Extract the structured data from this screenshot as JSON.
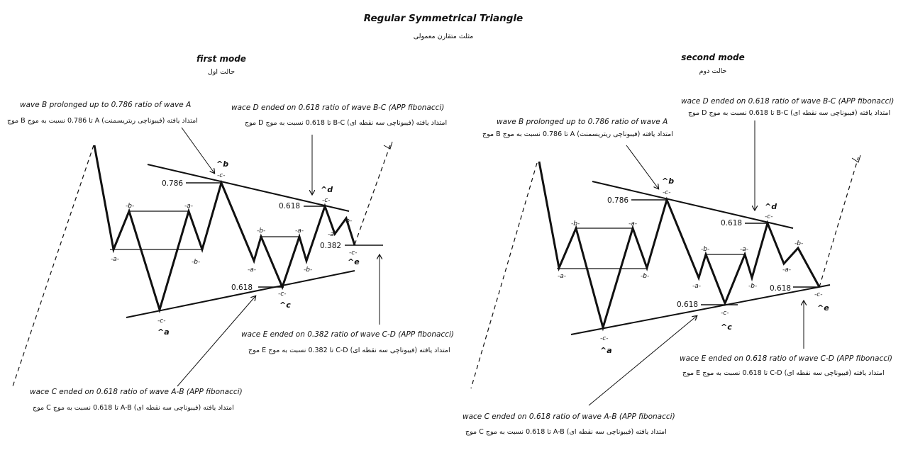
{
  "title": "Regular Symmetrical Triangle",
  "title_fa": "مثلث متقارن معمولی",
  "panels": [
    {
      "mode": "first mode",
      "mode_fa": "حالت اول",
      "note_b": "wave B prolonged up to 0.786 ratio of wave A",
      "note_b_fa": "موج B تا 0.786 نسبت به موج A امتداد یافته (فیبوناچی ریتریسمنت)",
      "note_d": "wace D ended on 0.618 ratio of wave B-C (APP fibonacci)",
      "note_d_fa": "موج D تا 0.618 نسبت به موج B-C امتداد یافته (فیبوناچی سه نقطه ای)",
      "note_e": "wace E ended on 0.382 ratio of wave C-D (APP fibonacci)",
      "note_e_fa": "موج E تا 0.382 نسبت به موج C-D امتداد یافته (فیبوناچی سه نقطه ای)",
      "note_c": "wace C ended on 0.618 ratio of wave A-B (APP fibonacci)",
      "note_c_fa": "موج C تا 0.618 نسبت به موج A-B امتداد یافته (فیبوناچی سه نقطه ای)",
      "level_b": "0.786",
      "level_d": "0.618",
      "level_e": "0.382",
      "level_c": "0.618",
      "pt_a": "^a",
      "pt_b": "^b",
      "pt_c": "^c",
      "pt_d": "^d",
      "pt_e": "^e",
      "sub_c": "-c-",
      "sub_a": "-a-",
      "sub_b": "-b-"
    },
    {
      "mode": "second mode",
      "mode_fa": "حالت دوم",
      "note_b": "wave B prolonged up to 0.786 ratio of wave A",
      "note_b_fa": "موج B تا 0.786 نسبت به موج A امتداد یافته (فیبوناچی ریتریسمنت)",
      "note_d": "wace D ended on 0.618 ratio of wave B-C (APP fibonacci)",
      "note_d_fa": "موج D تا 0.618 نسبت به موج B-C امتداد یافته (فیبوناچی سه نقطه ای)",
      "note_e": "wace E ended on 0.618 ratio of wave C-D (APP fibonacci)",
      "note_e_fa": "موج E تا 0.618 نسبت به موج C-D امتداد یافته (فیبوناچی سه نقطه ای)",
      "note_c": "wace C ended on 0.618 ratio of wave A-B (APP fibonacci)",
      "note_c_fa": "موج C تا 0.618 نسبت به موج A-B امتداد یافته (فیبوناچی سه نقطه ای)",
      "level_b": "0.786",
      "level_d": "0.618",
      "level_e": "0.618",
      "level_c": "0.618",
      "pt_a": "^a",
      "pt_b": "^b",
      "pt_c": "^c",
      "pt_d": "^d",
      "pt_e": "^e",
      "sub_c": "-c-",
      "sub_a": "-a-",
      "sub_b": "-b-"
    }
  ]
}
